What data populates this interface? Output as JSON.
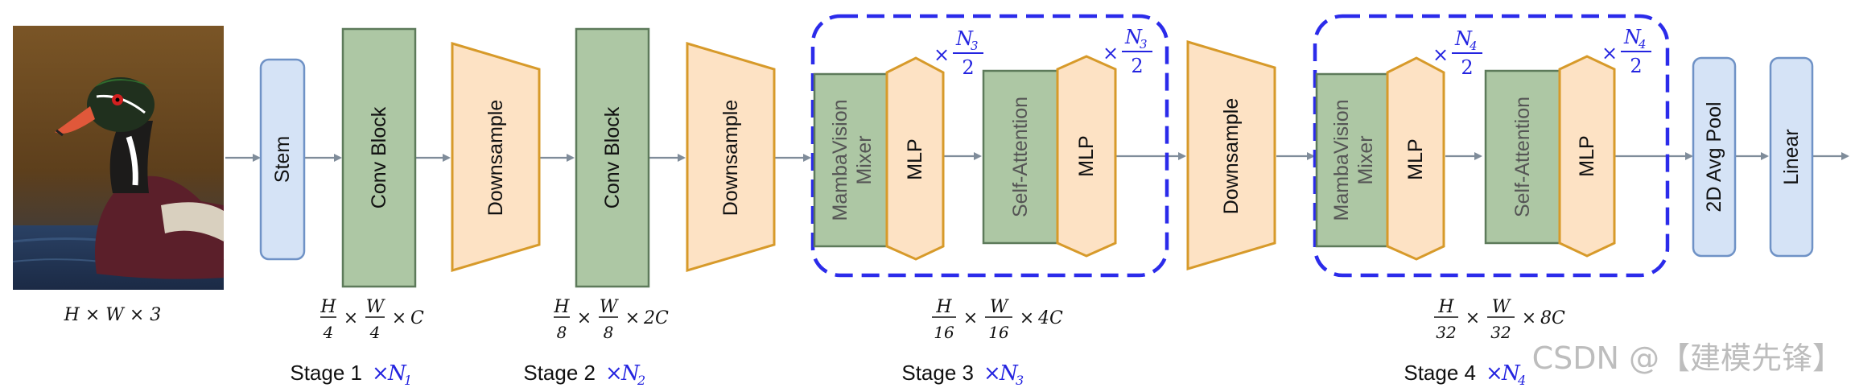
{
  "input": {
    "dims": "H × W × 3"
  },
  "blocks": {
    "stem": "Stem",
    "conv1": "Conv Block",
    "down1": "Downsample",
    "conv2": "Conv Block",
    "down2": "Downsample",
    "s3_mixer": "MambaVision\nMixer",
    "s3_mlp1": "MLP",
    "s3_attn": "Self-Attention",
    "s3_mlp2": "MLP",
    "down3": "Downsample",
    "s4_mixer": "MambaVision\nMixer",
    "s4_mlp1": "MLP",
    "s4_attn": "Self-Attention",
    "s4_mlp2": "MLP",
    "pool": "2D Avg Pool",
    "linear": "Linear"
  },
  "repeats": {
    "times": "×",
    "n3_num": "N",
    "n3_sub": "3",
    "n4_num": "N",
    "n4_sub": "4",
    "den": "2"
  },
  "stages": [
    {
      "label": "Stage 1",
      "n": "N",
      "sub": "1",
      "shape": {
        "h": "H",
        "hd": "4",
        "w": "W",
        "wd": "4",
        "c": "C"
      }
    },
    {
      "label": "Stage 2",
      "n": "N",
      "sub": "2",
      "shape": {
        "h": "H",
        "hd": "8",
        "w": "W",
        "wd": "8",
        "c": "2C"
      }
    },
    {
      "label": "Stage 3",
      "n": "N",
      "sub": "3",
      "shape": {
        "h": "H",
        "hd": "16",
        "w": "W",
        "wd": "16",
        "c": "4C"
      }
    },
    {
      "label": "Stage 4",
      "n": "N",
      "sub": "4",
      "shape": {
        "h": "H",
        "hd": "32",
        "w": "W",
        "wd": "32",
        "c": "8C"
      }
    }
  ],
  "symbols": {
    "times": "×"
  },
  "watermark": "CSDN @【建模先锋】",
  "colors": {
    "green_fill": "#adc7a4",
    "green_stroke": "#5d7a5a",
    "orange_fill": "#fde2c4",
    "orange_stroke": "#d79a2a",
    "blue_fill": "#d5e3f6",
    "blue_stroke": "#6f92c6",
    "dashed": "#2b2bea",
    "arrow": "#7f8c9a"
  }
}
